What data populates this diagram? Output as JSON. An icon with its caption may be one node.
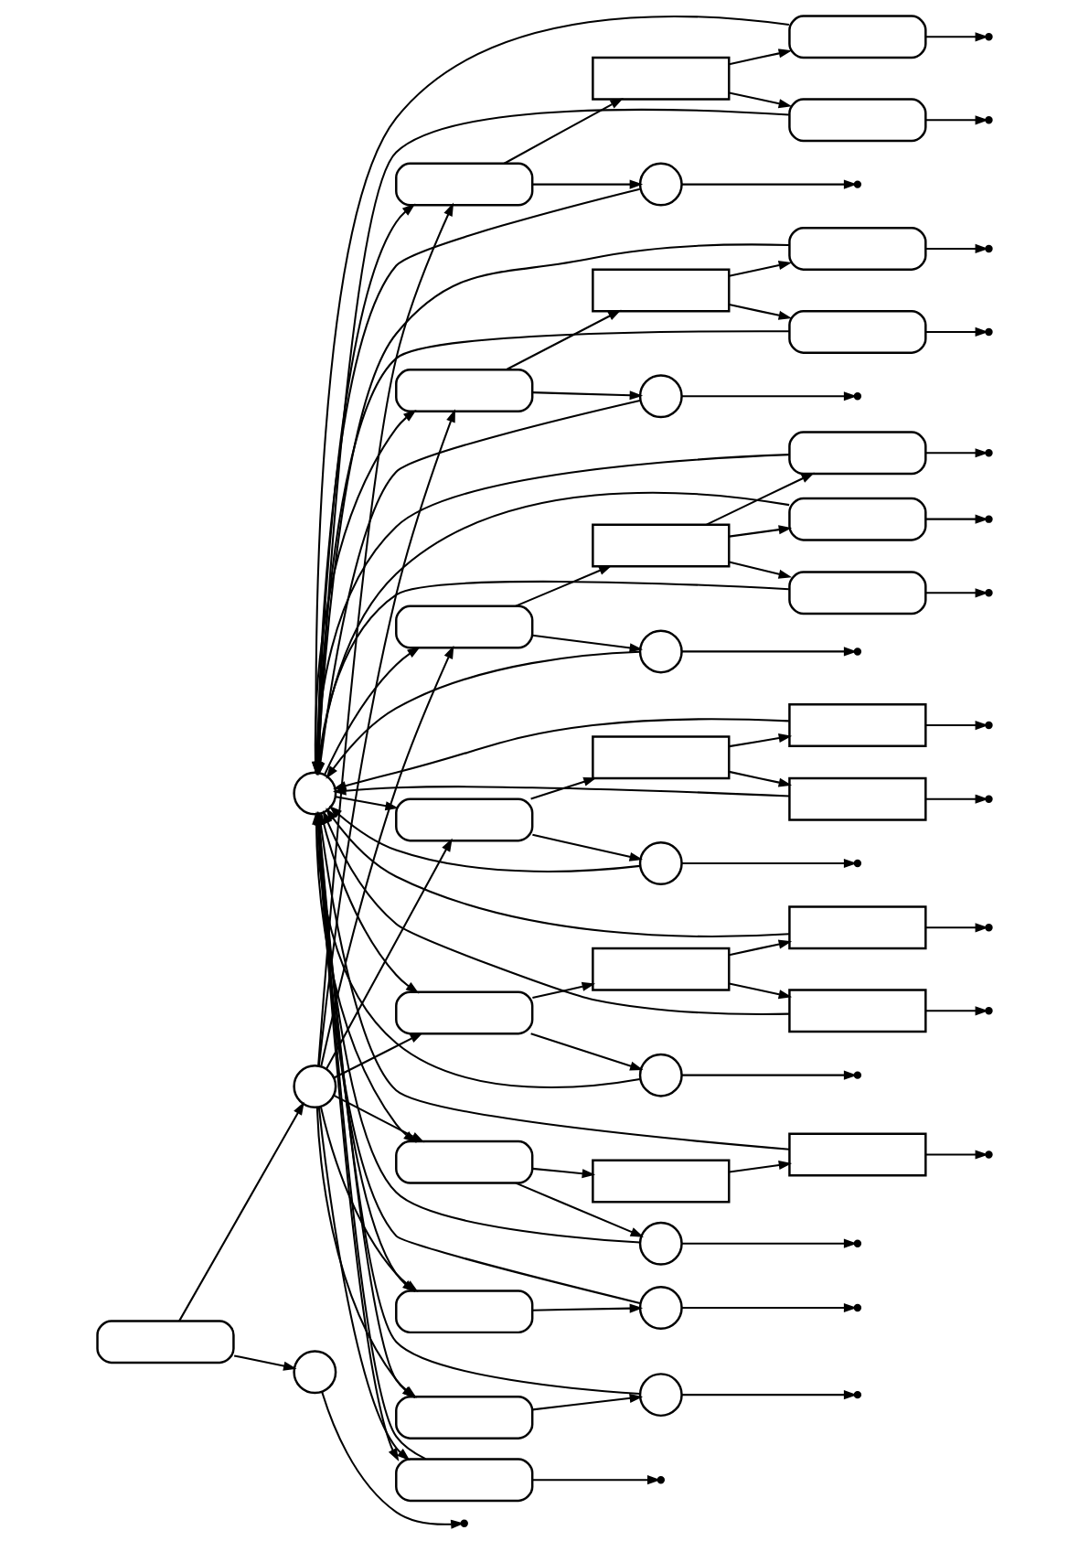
{
  "diagram": {
    "nodes": [
      {
        "text": [],
        "shape": "circle"
      },
      {
        "text": [],
        "shape": "capsule"
      },
      {
        "text": [],
        "shape": "circle"
      },
      {
        "text": [],
        "shape": "capsule"
      },
      {
        "text": [],
        "shape": "box"
      },
      {
        "text": [],
        "shape": "capsule"
      },
      {
        "text": [],
        "shape": "capsule"
      },
      {
        "text": [],
        "shape": "circle"
      },
      {
        "text": [],
        "shape": "capsule"
      },
      {
        "text": [],
        "shape": "box"
      },
      {
        "text": [],
        "shape": "capsule"
      },
      {
        "text": [],
        "shape": "capsule"
      },
      {
        "text": [],
        "shape": "circle"
      },
      {
        "text": [],
        "shape": "capsule"
      },
      {
        "text": [],
        "shape": "box"
      },
      {
        "text": [],
        "shape": "capsule"
      },
      {
        "text": [],
        "shape": "capsule"
      },
      {
        "text": [],
        "shape": "capsule"
      },
      {
        "text": [],
        "shape": "circle"
      },
      {
        "text": [],
        "shape": "capsule"
      },
      {
        "text": [],
        "shape": "box"
      },
      {
        "text": [],
        "shape": "box"
      },
      {
        "text": [],
        "shape": "box"
      },
      {
        "text": [],
        "shape": "circle"
      },
      {
        "text": [],
        "shape": "capsule"
      },
      {
        "text": [],
        "shape": "box"
      },
      {
        "text": [],
        "shape": "box"
      },
      {
        "text": [],
        "shape": "box"
      },
      {
        "text": [],
        "shape": "circle"
      },
      {
        "text": [],
        "shape": "capsule"
      },
      {
        "text": [],
        "shape": "box"
      },
      {
        "text": [],
        "shape": "box"
      },
      {
        "text": [],
        "shape": "circle"
      },
      {
        "text": [],
        "shape": "capsule"
      },
      {
        "text": [],
        "shape": "circle"
      },
      {
        "text": [],
        "shape": "capsule"
      },
      {
        "text": [],
        "shape": "circle"
      },
      {
        "text": [],
        "shape": "capsule"
      },
      {
        "text": [],
        "shape": "circle"
      }
    ],
    "edges": [
      {
        "from": 1,
        "to": 2,
        "arrow": "to"
      },
      {
        "from": 1,
        "to": 38,
        "arrow": "to"
      },
      {
        "from": 2,
        "to": 3,
        "arrow": "to"
      },
      {
        "from": 2,
        "to": 8,
        "arrow": "to"
      },
      {
        "from": 2,
        "to": 13,
        "arrow": "to"
      },
      {
        "from": 2,
        "to": 19,
        "arrow": "to"
      },
      {
        "from": 2,
        "to": 24,
        "arrow": "to"
      },
      {
        "from": 2,
        "to": 29,
        "arrow": "to"
      },
      {
        "from": 2,
        "to": 33,
        "arrow": "to"
      },
      {
        "from": 2,
        "to": 35,
        "arrow": "to"
      },
      {
        "from": 2,
        "to": 37,
        "arrow": "to"
      },
      {
        "from": 0,
        "to": 3,
        "arrow": "to"
      },
      {
        "from": 0,
        "to": 8,
        "arrow": "to"
      },
      {
        "from": 0,
        "to": 13,
        "arrow": "to"
      },
      {
        "from": 0,
        "to": 19,
        "arrow": "to"
      },
      {
        "from": 0,
        "to": 24,
        "arrow": "to"
      },
      {
        "from": 0,
        "to": 29,
        "arrow": "to"
      },
      {
        "from": 0,
        "to": 33,
        "arrow": "to"
      },
      {
        "from": 0,
        "to": 35,
        "arrow": "to"
      },
      {
        "from": 0,
        "to": 37,
        "arrow": "to"
      },
      {
        "from": 3,
        "to": 4,
        "arrow": "to"
      },
      {
        "from": 3,
        "to": 7,
        "arrow": "to"
      },
      {
        "from": 4,
        "to": 5,
        "arrow": "to"
      },
      {
        "from": 4,
        "to": 6,
        "arrow": "to"
      },
      {
        "from": 8,
        "to": 9,
        "arrow": "to"
      },
      {
        "from": 8,
        "to": 12,
        "arrow": "to"
      },
      {
        "from": 9,
        "to": 10,
        "arrow": "to"
      },
      {
        "from": 9,
        "to": 11,
        "arrow": "to"
      },
      {
        "from": 13,
        "to": 14,
        "arrow": "to"
      },
      {
        "from": 13,
        "to": 18,
        "arrow": "to"
      },
      {
        "from": 14,
        "to": 15,
        "arrow": "to"
      },
      {
        "from": 14,
        "to": 16,
        "arrow": "to"
      },
      {
        "from": 14,
        "to": 17,
        "arrow": "to"
      },
      {
        "from": 19,
        "to": 20,
        "arrow": "to"
      },
      {
        "from": 19,
        "to": 23,
        "arrow": "to"
      },
      {
        "from": 20,
        "to": 21,
        "arrow": "to"
      },
      {
        "from": 20,
        "to": 22,
        "arrow": "to"
      },
      {
        "from": 24,
        "to": 25,
        "arrow": "to"
      },
      {
        "from": 24,
        "to": 28,
        "arrow": "to"
      },
      {
        "from": 25,
        "to": 26,
        "arrow": "to"
      },
      {
        "from": 25,
        "to": 27,
        "arrow": "to"
      },
      {
        "from": 29,
        "to": 30,
        "arrow": "to"
      },
      {
        "from": 29,
        "to": 32,
        "arrow": "to"
      },
      {
        "from": 30,
        "to": 31,
        "arrow": "to"
      },
      {
        "from": 33,
        "to": 34,
        "arrow": "to"
      },
      {
        "from": 35,
        "to": 36,
        "arrow": "to"
      },
      {
        "from": 5,
        "to": 0,
        "arrow": "to"
      },
      {
        "from": 6,
        "to": 0,
        "arrow": "to"
      },
      {
        "from": 7,
        "to": 0,
        "arrow": "to"
      },
      {
        "from": 10,
        "to": 0,
        "arrow": "to"
      },
      {
        "from": 11,
        "to": 0,
        "arrow": "to"
      },
      {
        "from": 12,
        "to": 0,
        "arrow": "to"
      },
      {
        "from": 15,
        "to": 0,
        "arrow": "to"
      },
      {
        "from": 16,
        "to": 0,
        "arrow": "to"
      },
      {
        "from": 17,
        "to": 0,
        "arrow": "to"
      },
      {
        "from": 18,
        "to": 0,
        "arrow": "to"
      },
      {
        "from": 21,
        "to": 0,
        "arrow": "to"
      },
      {
        "from": 22,
        "to": 0,
        "arrow": "to"
      },
      {
        "from": 23,
        "to": 0,
        "arrow": "to"
      },
      {
        "from": 26,
        "to": 0,
        "arrow": "to"
      },
      {
        "from": 27,
        "to": 0,
        "arrow": "to"
      },
      {
        "from": 28,
        "to": 0,
        "arrow": "to"
      },
      {
        "from": 31,
        "to": 0,
        "arrow": "to"
      },
      {
        "from": 32,
        "to": 0,
        "arrow": "to"
      },
      {
        "from": 34,
        "to": 0,
        "arrow": "to"
      },
      {
        "from": 36,
        "to": 0,
        "arrow": "to"
      },
      {
        "from": 37,
        "to": 0,
        "arrow": "to"
      },
      {
        "from": 5,
        "to": null,
        "arrow": "to"
      },
      {
        "from": 6,
        "to": null,
        "arrow": "to"
      },
      {
        "from": 7,
        "to": null,
        "arrow": "to"
      },
      {
        "from": 10,
        "to": null,
        "arrow": "to"
      },
      {
        "from": 11,
        "to": null,
        "arrow": "to"
      },
      {
        "from": 12,
        "to": null,
        "arrow": "to"
      },
      {
        "from": 15,
        "to": null,
        "arrow": "to"
      },
      {
        "from": 16,
        "to": null,
        "arrow": "to"
      },
      {
        "from": 17,
        "to": null,
        "arrow": "to"
      },
      {
        "from": 18,
        "to": null,
        "arrow": "to"
      },
      {
        "from": 21,
        "to": null,
        "arrow": "to"
      },
      {
        "from": 22,
        "to": null,
        "arrow": "to"
      },
      {
        "from": 23,
        "to": null,
        "arrow": "to"
      },
      {
        "from": 26,
        "to": null,
        "arrow": "to"
      },
      {
        "from": 27,
        "to": null,
        "arrow": "to"
      },
      {
        "from": 28,
        "to": null,
        "arrow": "to"
      },
      {
        "from": 31,
        "to": null,
        "arrow": "to"
      },
      {
        "from": 32,
        "to": null,
        "arrow": "to"
      },
      {
        "from": 34,
        "to": null,
        "arrow": "to"
      },
      {
        "from": 36,
        "to": null,
        "arrow": "to"
      },
      {
        "from": 37,
        "to": null,
        "arrow": "to"
      },
      {
        "from": 38,
        "to": null,
        "arrow": "to"
      }
    ]
  }
}
